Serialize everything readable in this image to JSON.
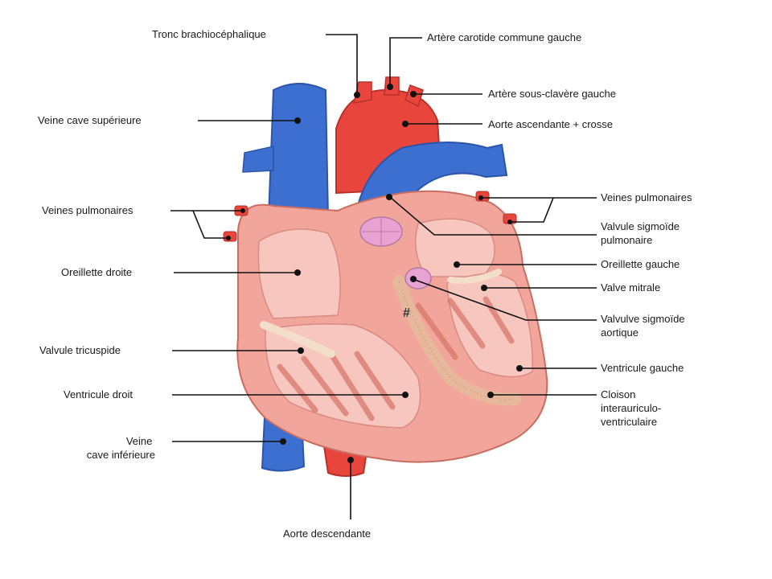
{
  "labels": {
    "tronc_brachiocephalique": "Tronc brachiocéphalique",
    "carotide_gauche": "Artère carotide commune gauche",
    "sous_claviere_gauche": "Artère sous-clavère gauche",
    "aorte_ascendante": "Aorte ascendante + crosse",
    "veine_cave_superieure": "Veine cave supérieure",
    "veines_pulmonaires_gauche_cote": "Veines pulmonaires",
    "veines_pulmonaires_droite_cote": "Veines pulmonaires",
    "valvule_sigmoide_pulmonaire": [
      "Valvule sigmoïde",
      "pulmonaire"
    ],
    "oreillette_droite": "Oreillette droite",
    "oreillette_gauche": "Oreillette gauche",
    "valve_mitrale": "Valve mitrale",
    "valvule_sigmoide_aortique": [
      "Valvulve sigmoïde",
      "aortique"
    ],
    "valvule_tricuspide": "Valvule tricuspide",
    "ventricule_gauche": "Ventricule gauche",
    "ventricule_droit": "Ventricule droit",
    "cloison": [
      "Cloison",
      "interauriculo-",
      "ventriculaire"
    ],
    "veine_cave_inferieure": [
      "Veine",
      "cave inférieure"
    ],
    "aorte_descendante": "Aorte descendante"
  },
  "marker_hash": "#",
  "colors": {
    "vein_blue": "#3d6fd1",
    "artery_red": "#e8463c",
    "heart_wall": "#f2a59a",
    "heart_inner": "#f7c7bf",
    "muscle": "#d9786b",
    "valve_pink": "#e9a3d2"
  }
}
